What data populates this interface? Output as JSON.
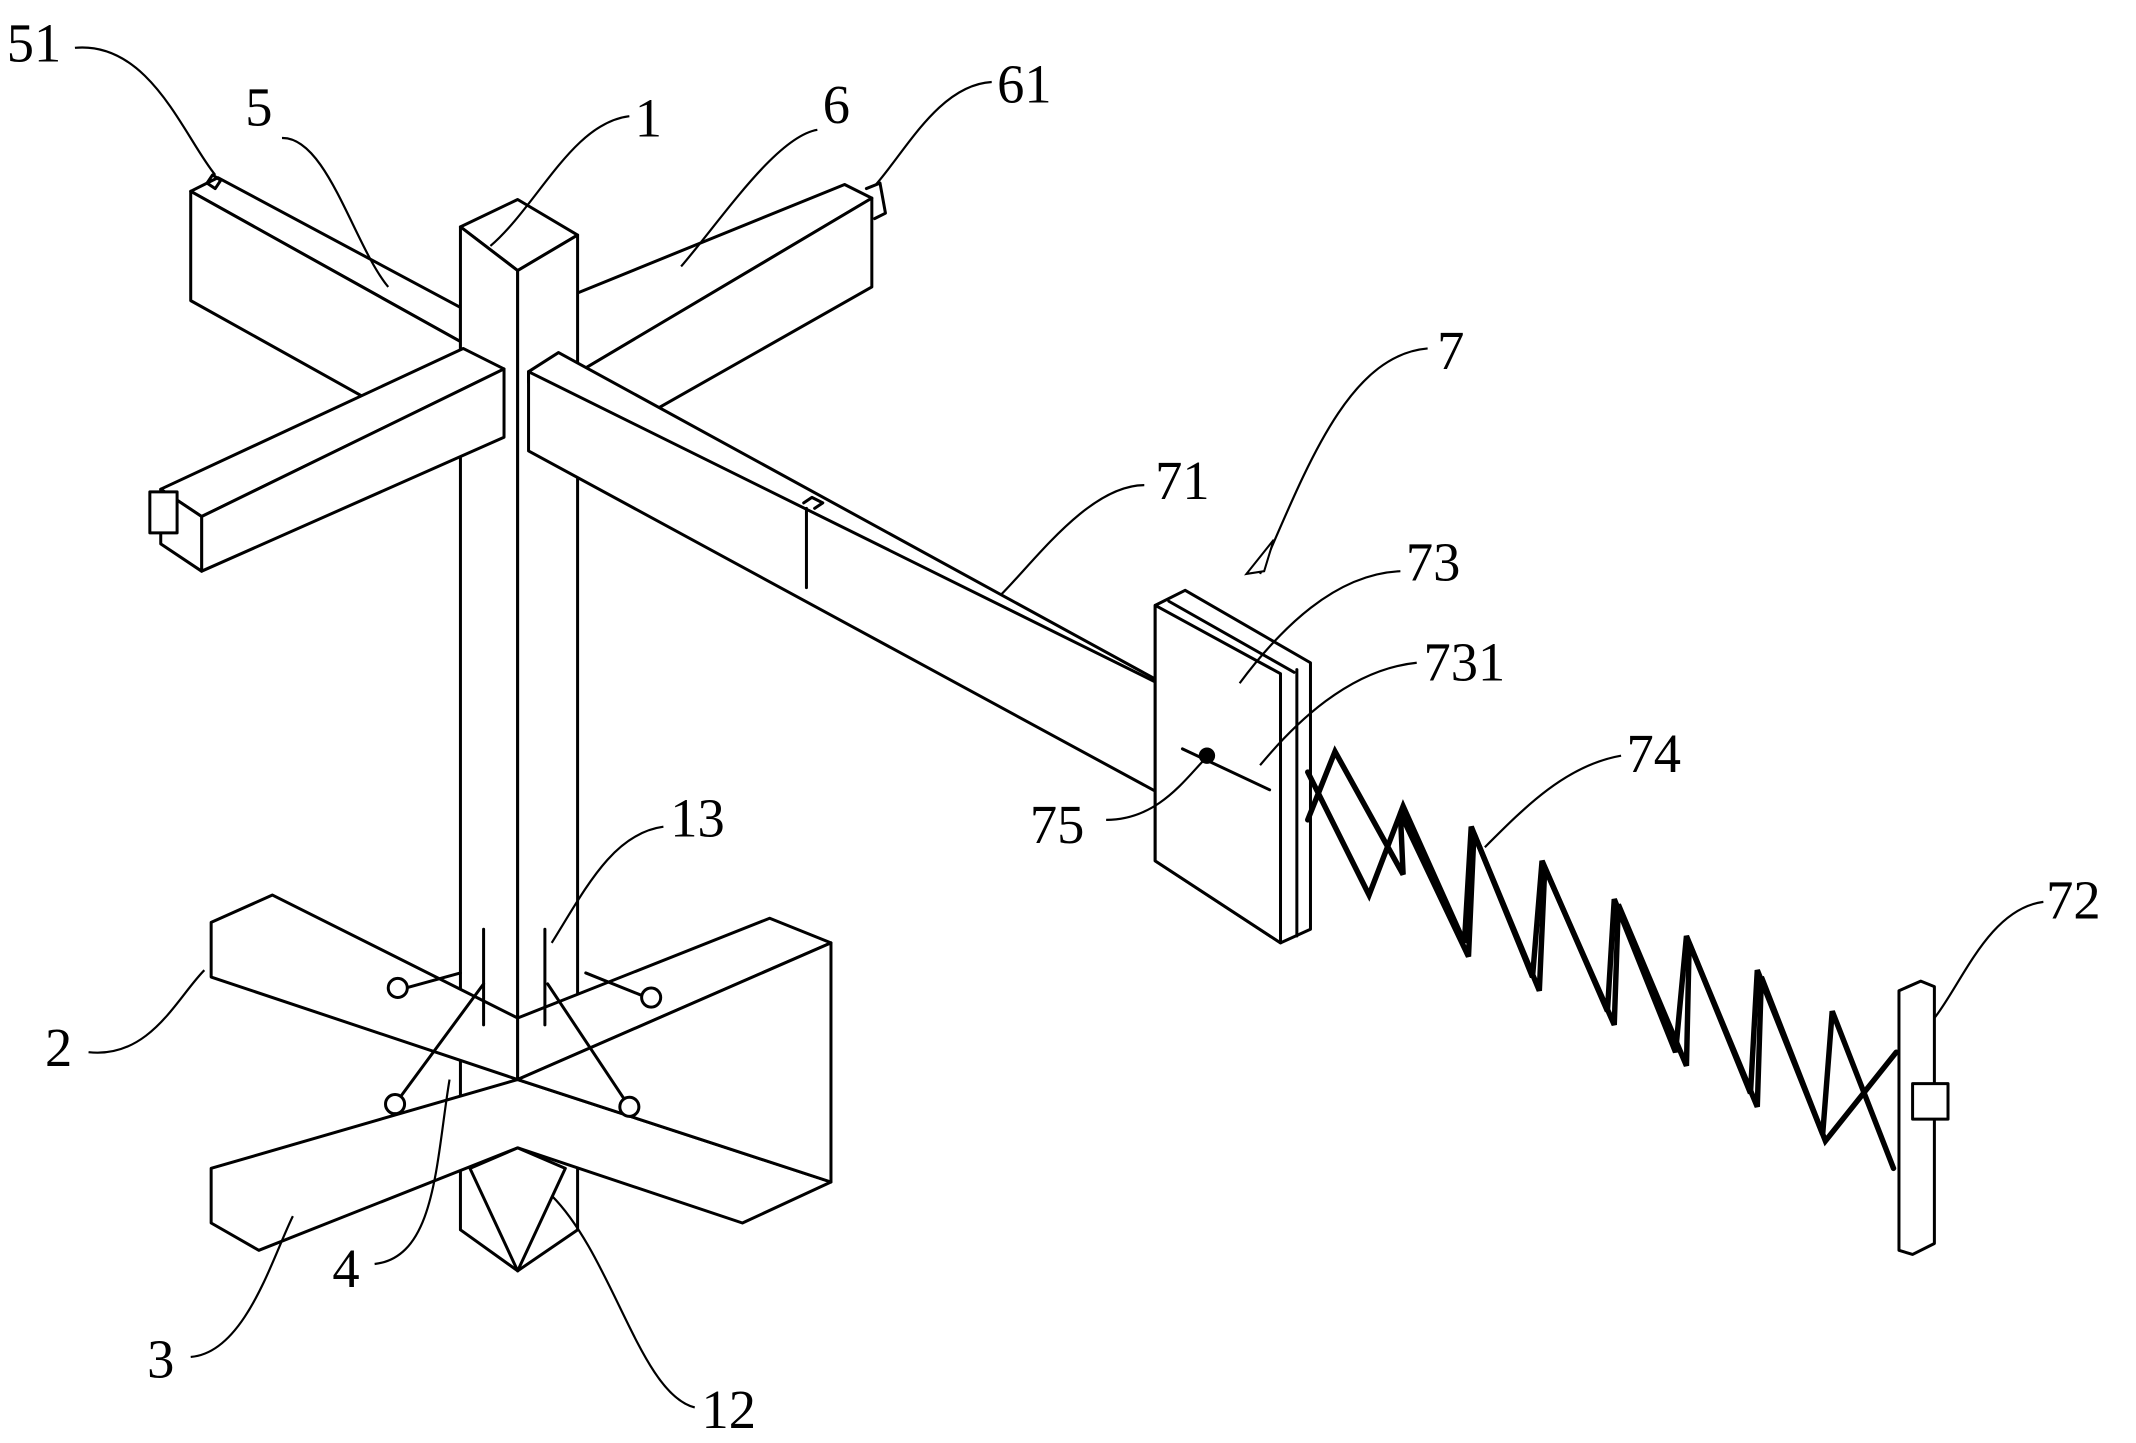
{
  "figure": {
    "labels": {
      "l51": "51",
      "l5": "5",
      "l1": "1",
      "l6": "6",
      "l61": "61",
      "l7": "7",
      "l71": "71",
      "l73": "73",
      "l731": "731",
      "l75": "75",
      "l74": "74",
      "l72": "72",
      "l13": "13",
      "l2": "2",
      "l3": "3",
      "l4": "4",
      "l12": "12"
    },
    "colors": {
      "ink": "#000000",
      "paper": "#ffffff"
    }
  }
}
